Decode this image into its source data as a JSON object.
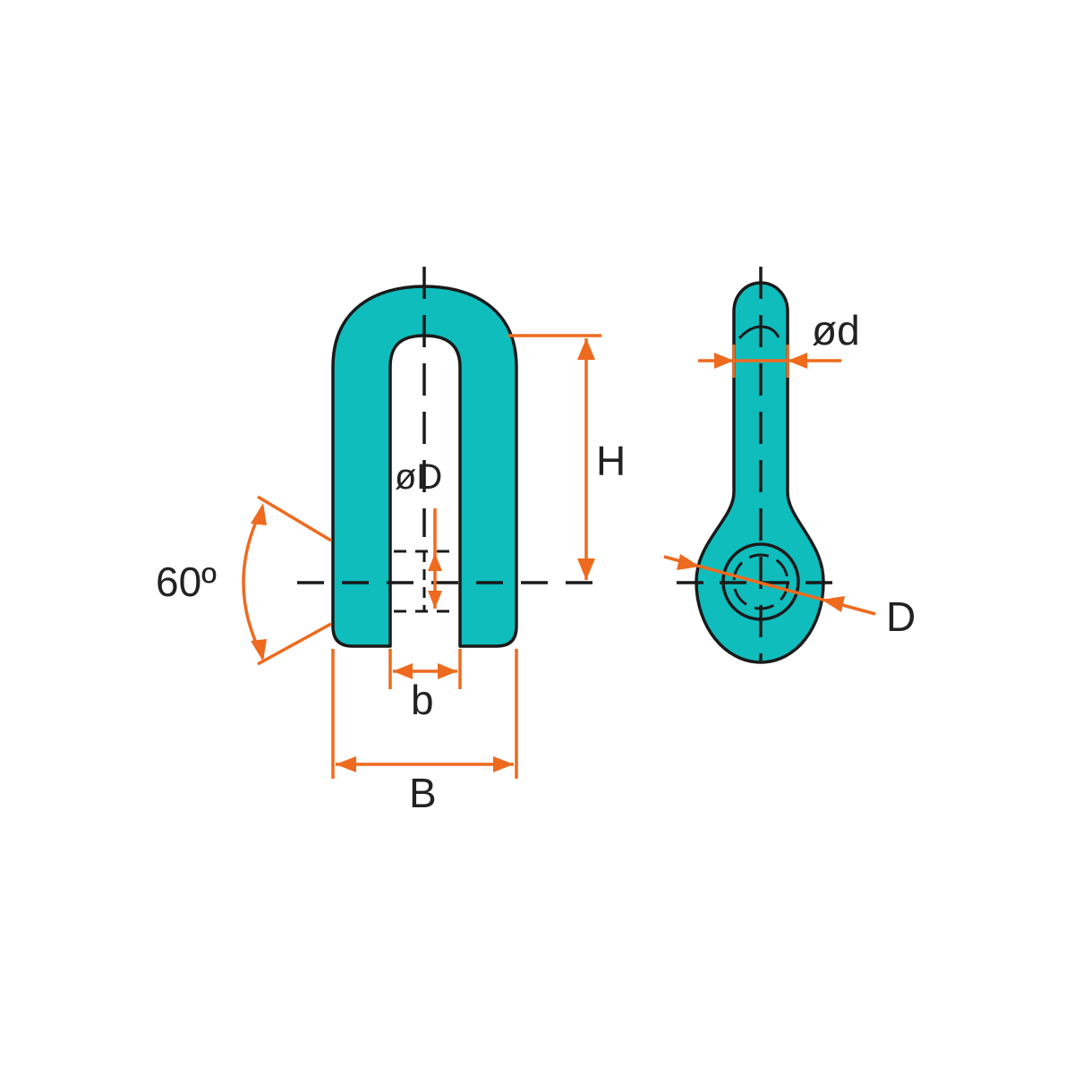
{
  "colors": {
    "body": "#0fbdbd",
    "outline": "#1a1a1a",
    "dimension": "#ee6a1e",
    "text": "#222222"
  },
  "labels": {
    "angle": "60º",
    "pin_diameter": "øD",
    "height": "H",
    "gap_width": "b",
    "overall_width": "B",
    "wire_diameter": "ød",
    "eye_diameter": "D"
  }
}
